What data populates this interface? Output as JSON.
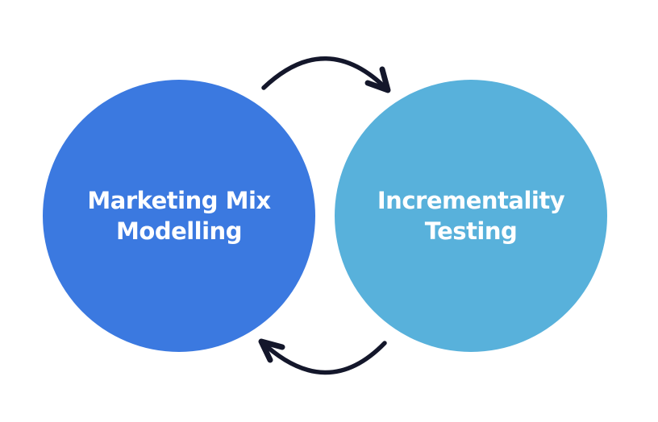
{
  "left_circle": {
    "line1": "Marketing Mix",
    "line2": "Modelling",
    "color": "#3b79e0"
  },
  "right_circle": {
    "line1": "Incrementality",
    "line2": "Testing",
    "color": "#58b1db"
  },
  "arrow_color": "#14172b"
}
